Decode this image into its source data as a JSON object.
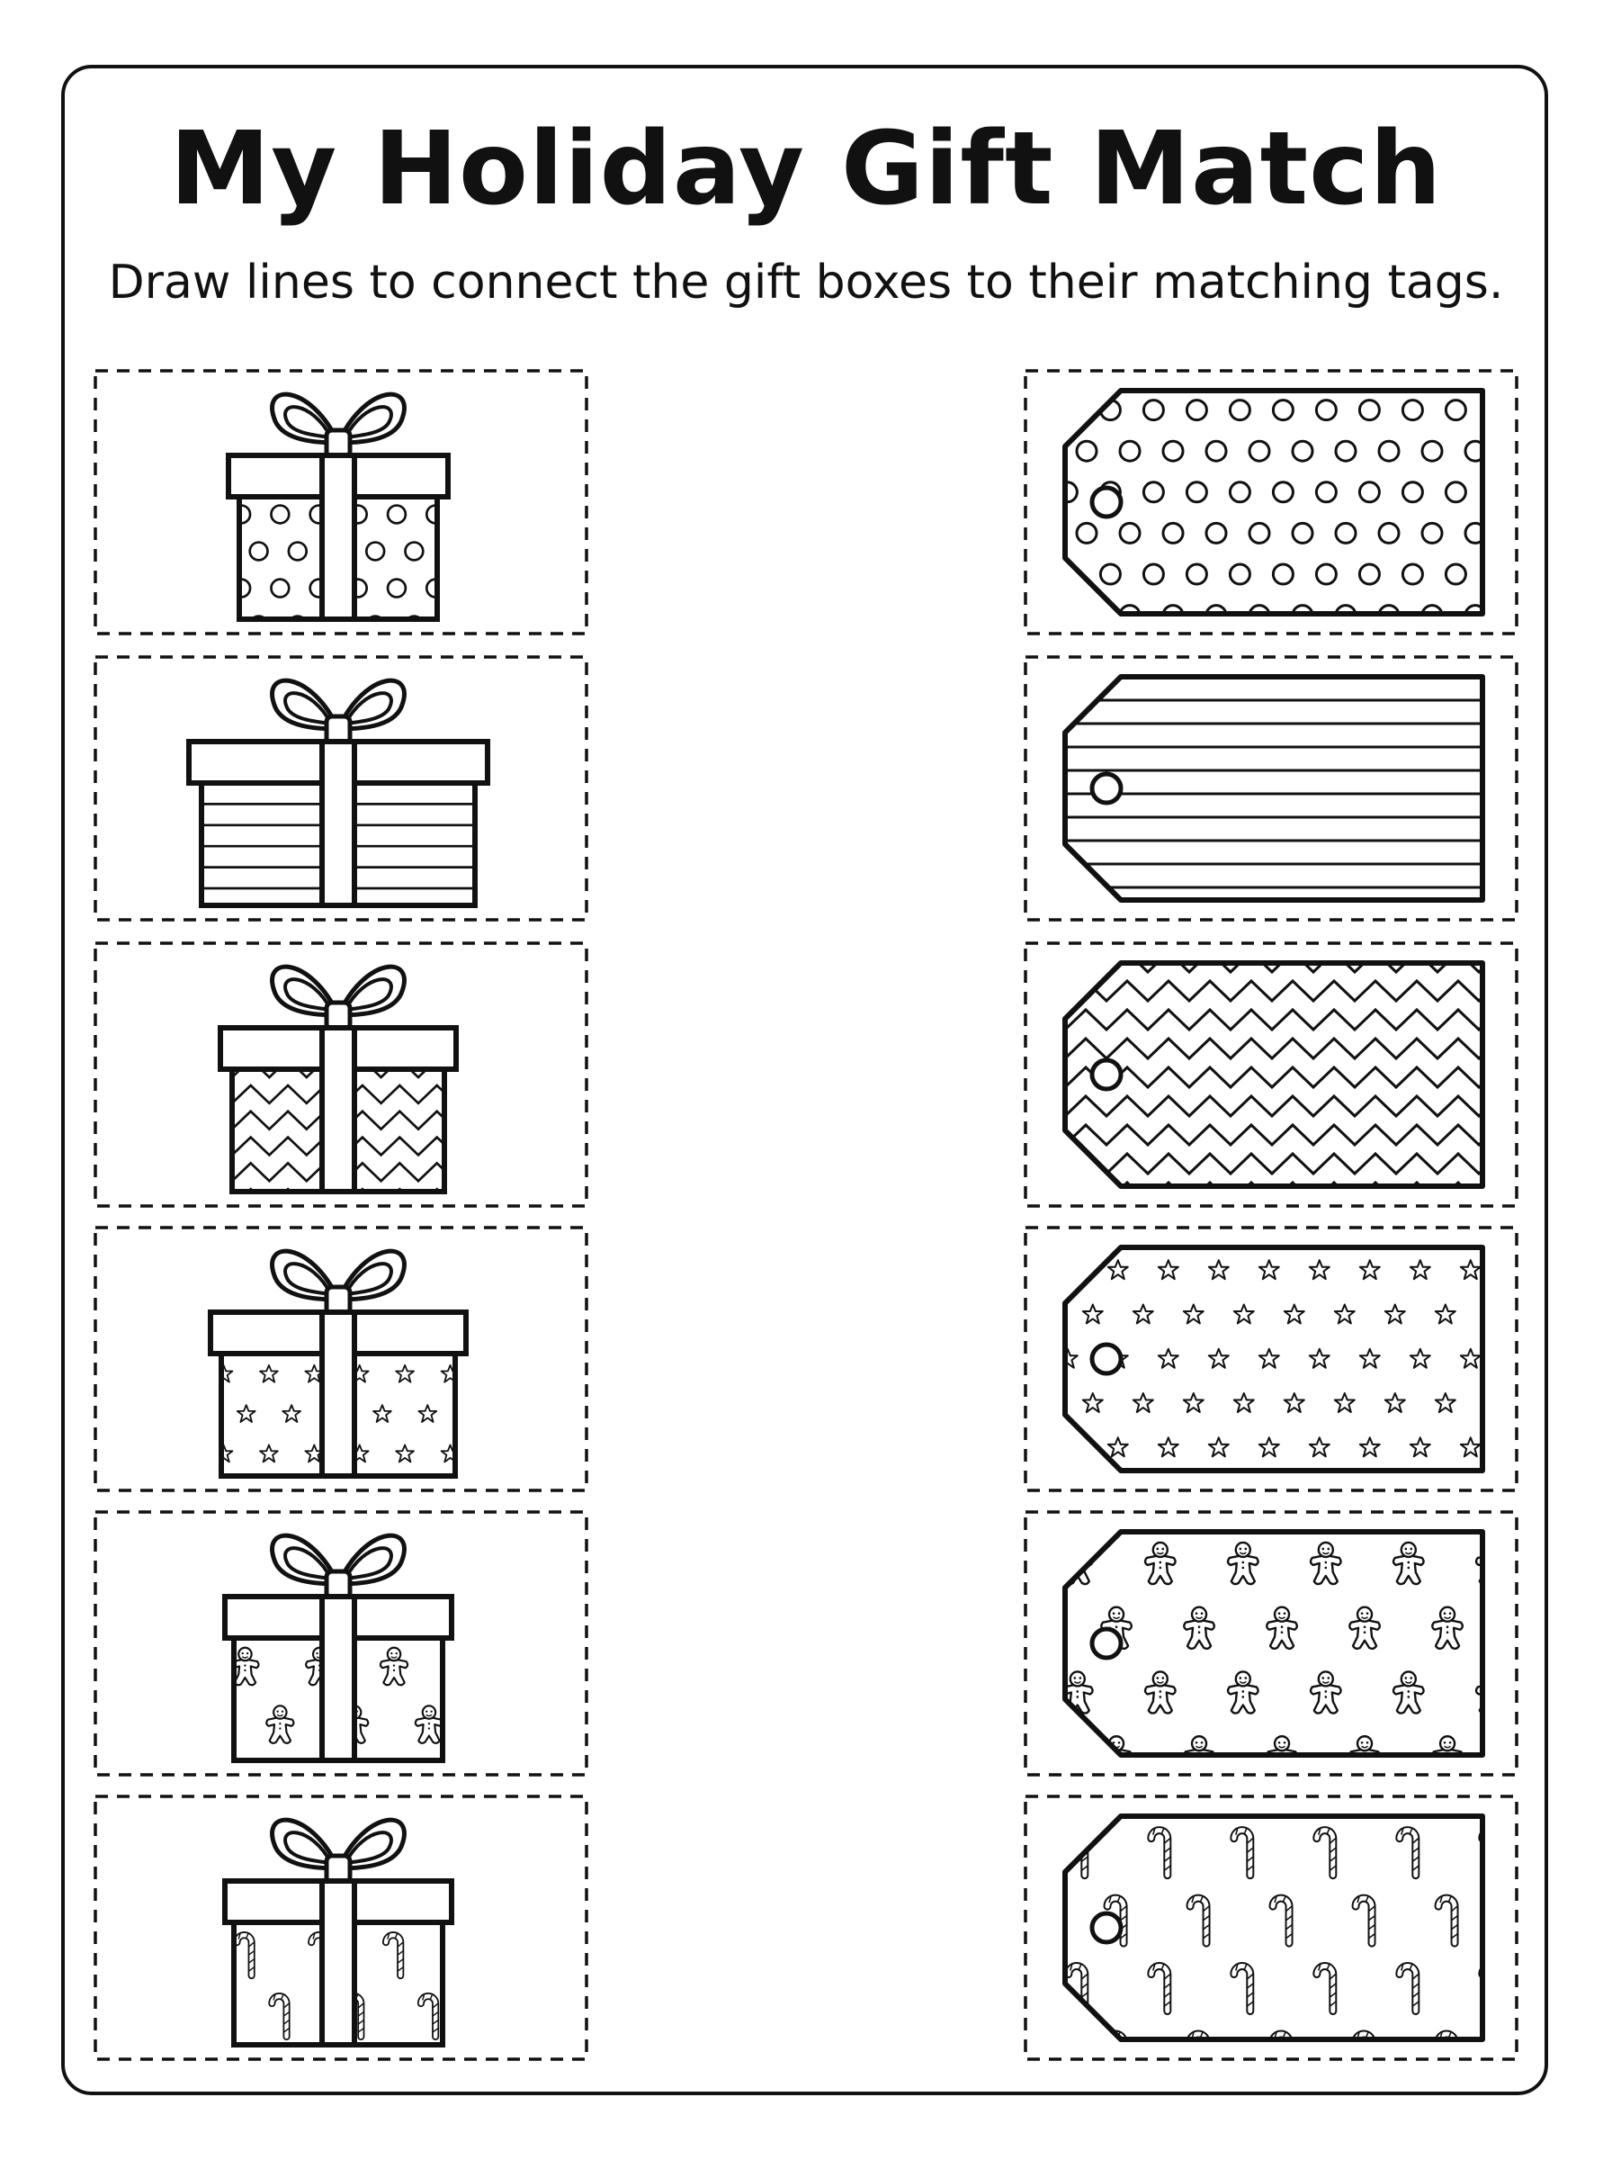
{
  "worksheet": {
    "title": "My Holiday Gift Match",
    "instruction": "Draw lines to connect the gift boxes to their matching tags."
  },
  "gift_boxes": [
    {
      "pattern": "polka-dots"
    },
    {
      "pattern": "stripes"
    },
    {
      "pattern": "chevron"
    },
    {
      "pattern": "stars"
    },
    {
      "pattern": "gingerbread-men"
    },
    {
      "pattern": "candy-canes"
    }
  ],
  "gift_tags": [
    {
      "pattern": "polka-dots"
    },
    {
      "pattern": "stripes"
    },
    {
      "pattern": "chevron"
    },
    {
      "pattern": "stars"
    },
    {
      "pattern": "gingerbread-men"
    },
    {
      "pattern": "candy-canes"
    }
  ],
  "colors": {
    "ink": "#111111",
    "paper": "#ffffff"
  }
}
